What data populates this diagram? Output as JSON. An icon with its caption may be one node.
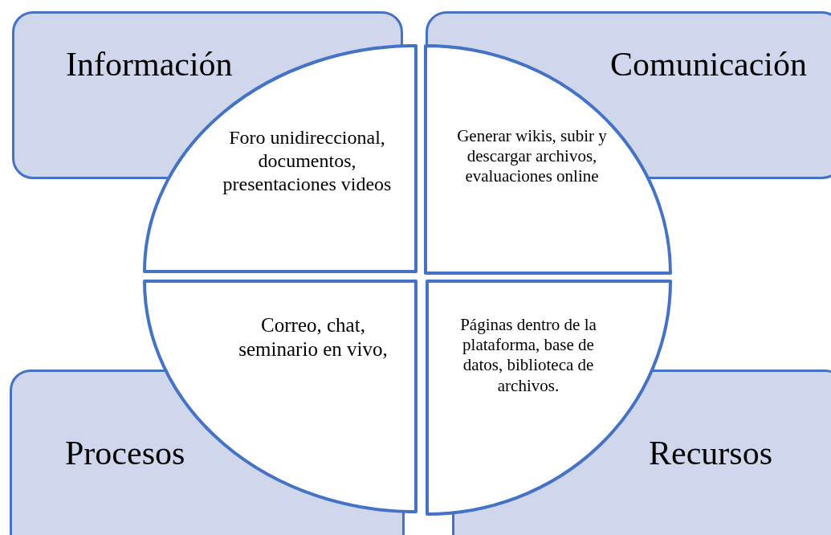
{
  "diagram": {
    "nodes": [
      {
        "text": [
          "Información"
        ]
      },
      {
        "text": [
          "Comunicación"
        ]
      },
      {
        "text": [
          "Foro unidireccional, documentos, presentaciones videos"
        ]
      },
      {
        "text": [
          "Generar wikis, subir y descargar archivos, evaluaciones online"
        ]
      },
      {
        "text": [
          "Correo, chat, seminario en vivo,"
        ]
      },
      {
        "text": [
          "Páginas dentro de la plataforma, base de datos, biblioteca de archivos."
        ]
      },
      {
        "text": [
          "Procesos"
        ]
      },
      {
        "text": [
          "Recursos"
        ]
      }
    ]
  }
}
